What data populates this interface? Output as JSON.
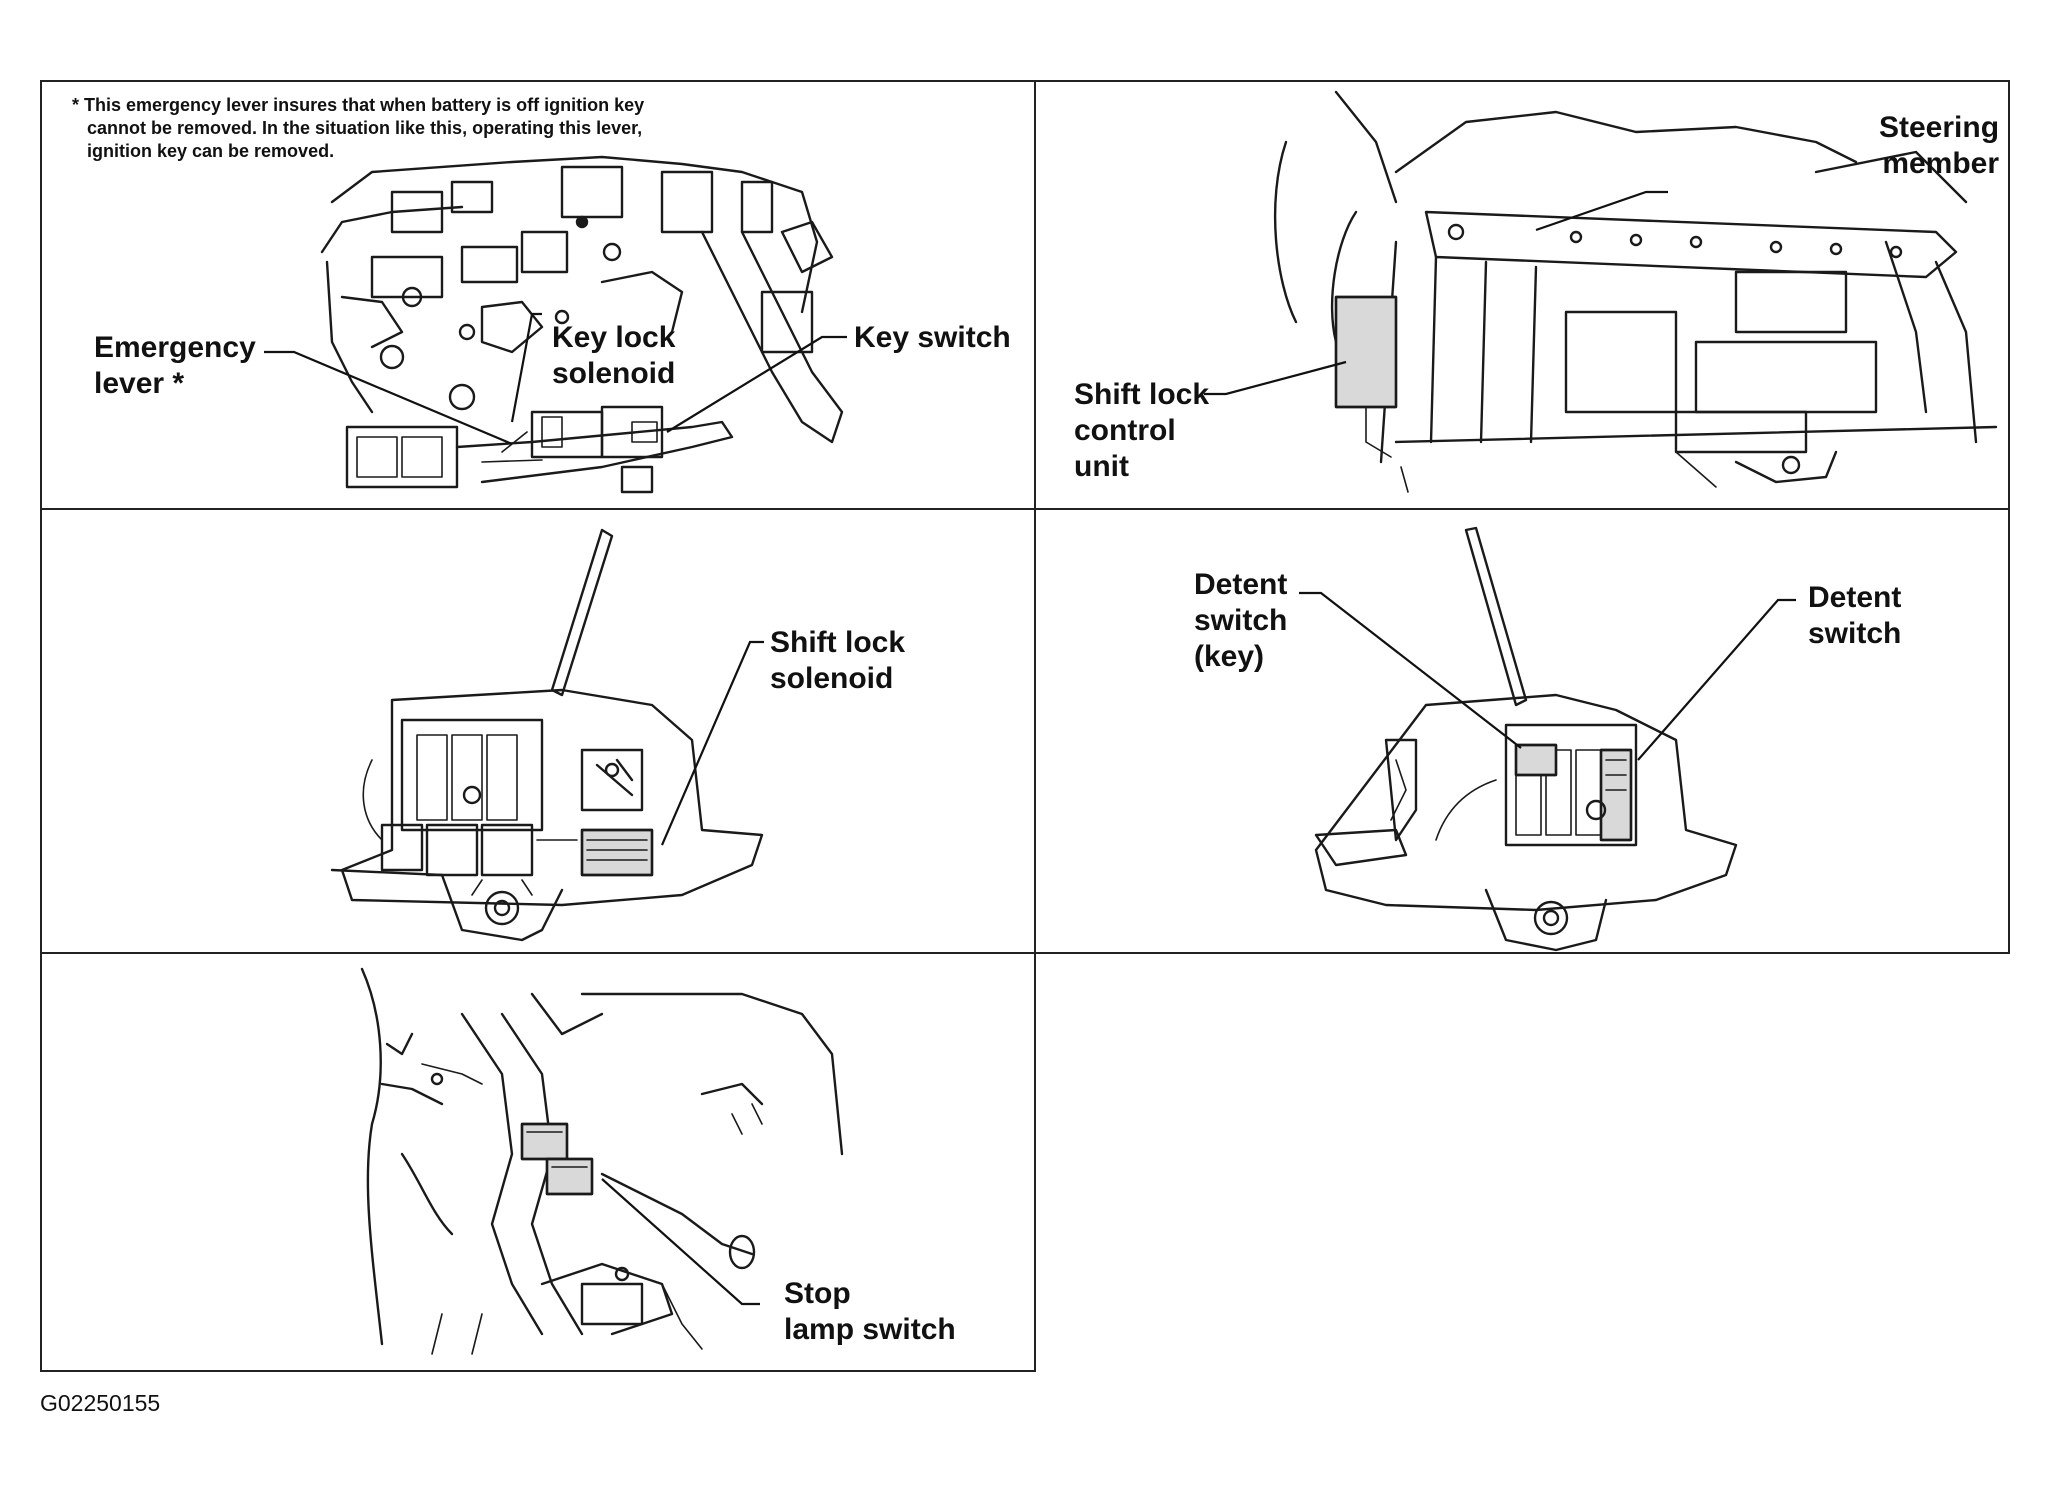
{
  "panels": {
    "key_lock": {
      "note": "* This emergency lever insures that when battery is off ignition key\n   cannot be removed. In the situation like this, operating this lever,\n   ignition key can be removed.",
      "emergency_lever": "Emergency\nlever *",
      "key_lock_solenoid": "Key lock\nsolenoid",
      "key_switch": "Key switch"
    },
    "control_unit": {
      "steering_member": "Steering\nmember",
      "shift_lock_control_unit": "Shift lock\ncontrol\nunit"
    },
    "shift_lock": {
      "shift_lock_solenoid": "Shift lock\nsolenoid"
    },
    "detent": {
      "detent_switch_key": "Detent\nswitch\n(key)",
      "detent_switch": "Detent\nswitch"
    },
    "stop_lamp": {
      "stop_lamp_switch": "Stop\nlamp switch"
    }
  },
  "figure_code": "G02250155"
}
